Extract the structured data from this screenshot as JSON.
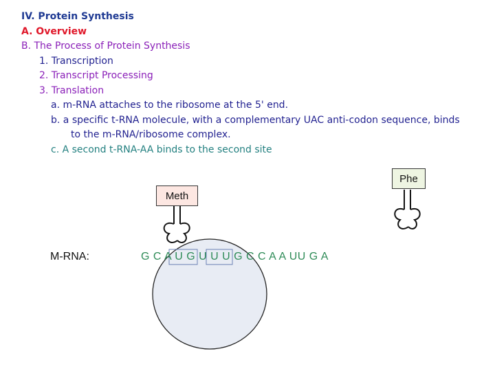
{
  "outline": {
    "heading": "IV. Protein Synthesis",
    "item_a": "A. Overview",
    "item_b": "B. The Process of Protein Synthesis",
    "step1": "1. Transcription",
    "step2": "2. Transcript Processing",
    "step3": "3. Translation",
    "sub_a": "a. m-RNA attaches to the ribosome at the 5' end.",
    "sub_b_line1": "b. a specific t-RNA molecule, with a complementary UAC anti-codon sequence, binds",
    "sub_b_line2": "to the m-RNA/ribosome complex.",
    "sub_c": "c. A second t-RNA-AA binds to the second site"
  },
  "diagram": {
    "amino_acid_1": "Meth",
    "amino_acid_2": "Phe",
    "mrna_label": "M-RNA:",
    "mrna_sequence": "G C A U G U U U G C C A A UU G A"
  },
  "colors": {
    "ribosome_fill": "#e8ecf4",
    "sequence": "#2e8b57",
    "meth_box": "#fde7e2",
    "phe_box": "#eef5e2",
    "codon_box": "#6a7fb5"
  }
}
